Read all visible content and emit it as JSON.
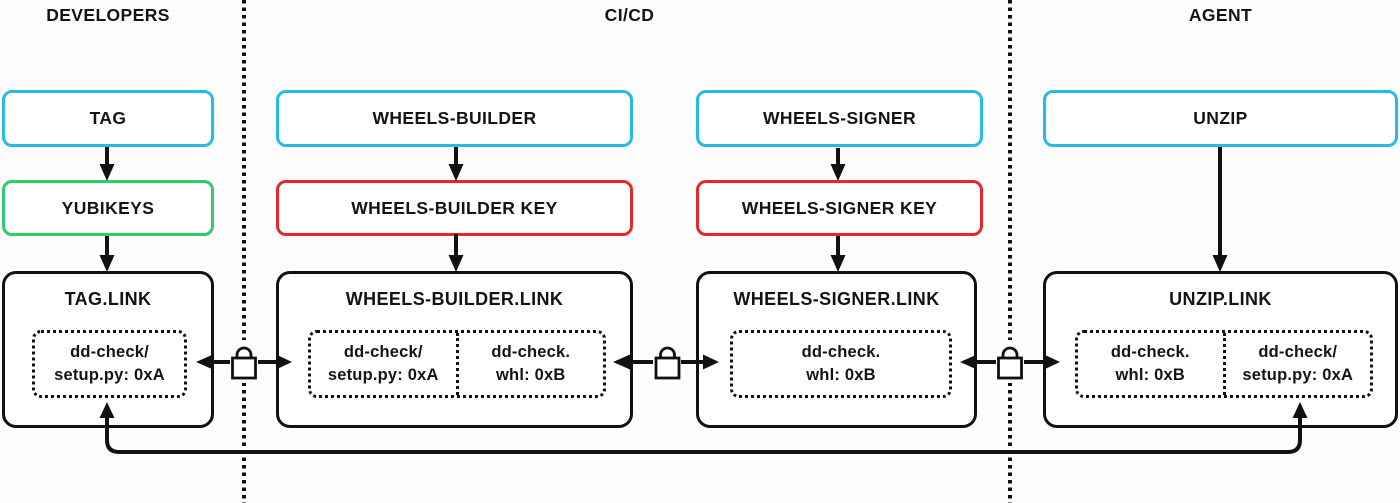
{
  "colors": {
    "process_border": "#29b9e8",
    "hardware_key_border": "#2ecb70",
    "soft_key_border": "#e8272b",
    "ink": "#111111",
    "background": "#fdfdfd"
  },
  "icons": {
    "lock_icon": "padlock-outline"
  },
  "lanes": [
    {
      "id": "developers",
      "label": "DEVELOPERS"
    },
    {
      "id": "cicd",
      "label": "CI/CD"
    },
    {
      "id": "agent",
      "label": "AGENT"
    }
  ],
  "nodes": {
    "tag": {
      "label": "TAG"
    },
    "yubikeys": {
      "label": "YUBIKEYS"
    },
    "wheels_builder": {
      "label": "WHEELS-BUILDER"
    },
    "wheels_builder_key": {
      "label": "WHEELS-BUILDER KEY"
    },
    "wheels_signer": {
      "label": "WHEELS-SIGNER"
    },
    "wheels_signer_key": {
      "label": "WHEELS-SIGNER KEY"
    },
    "unzip": {
      "label": "UNZIP"
    },
    "tag_link": {
      "title": "TAG.LINK",
      "cells": [
        {
          "line1": "dd-check/",
          "line2": "setup.py: 0xA"
        }
      ]
    },
    "wheels_builder_link": {
      "title": "WHEELS-BUILDER.LINK",
      "cells": [
        {
          "line1": "dd-check/",
          "line2": "setup.py: 0xA"
        },
        {
          "line1": "dd-check.",
          "line2": "whl: 0xB"
        }
      ]
    },
    "wheels_signer_link": {
      "title": "WHEELS-SIGNER.LINK",
      "cells": [
        {
          "line1": "dd-check.",
          "line2": "whl: 0xB"
        }
      ]
    },
    "unzip_link": {
      "title": "UNZIP.LINK",
      "cells": [
        {
          "line1": "dd-check.",
          "line2": "whl: 0xB"
        },
        {
          "line1": "dd-check/",
          "line2": "setup.py: 0xA"
        }
      ]
    }
  },
  "edges": [
    {
      "from": "tag",
      "to": "yubikeys",
      "type": "flow"
    },
    {
      "from": "yubikeys",
      "to": "tag_link",
      "type": "flow"
    },
    {
      "from": "wheels_builder",
      "to": "wheels_builder_key",
      "type": "flow"
    },
    {
      "from": "wheels_builder_key",
      "to": "wheels_builder_link",
      "type": "flow"
    },
    {
      "from": "wheels_signer",
      "to": "wheels_signer_key",
      "type": "flow"
    },
    {
      "from": "wheels_signer_key",
      "to": "wheels_signer_link",
      "type": "flow"
    },
    {
      "from": "unzip",
      "to": "unzip_link",
      "type": "flow"
    },
    {
      "between": [
        "tag_link",
        "wheels_builder_link"
      ],
      "type": "lock-verified"
    },
    {
      "between": [
        "wheels_builder_link",
        "wheels_signer_link"
      ],
      "type": "lock-verified"
    },
    {
      "between": [
        "wheels_signer_link",
        "unzip_link"
      ],
      "type": "lock-verified"
    },
    {
      "between": [
        "tag_link",
        "unzip_link"
      ],
      "type": "return-path"
    }
  ]
}
